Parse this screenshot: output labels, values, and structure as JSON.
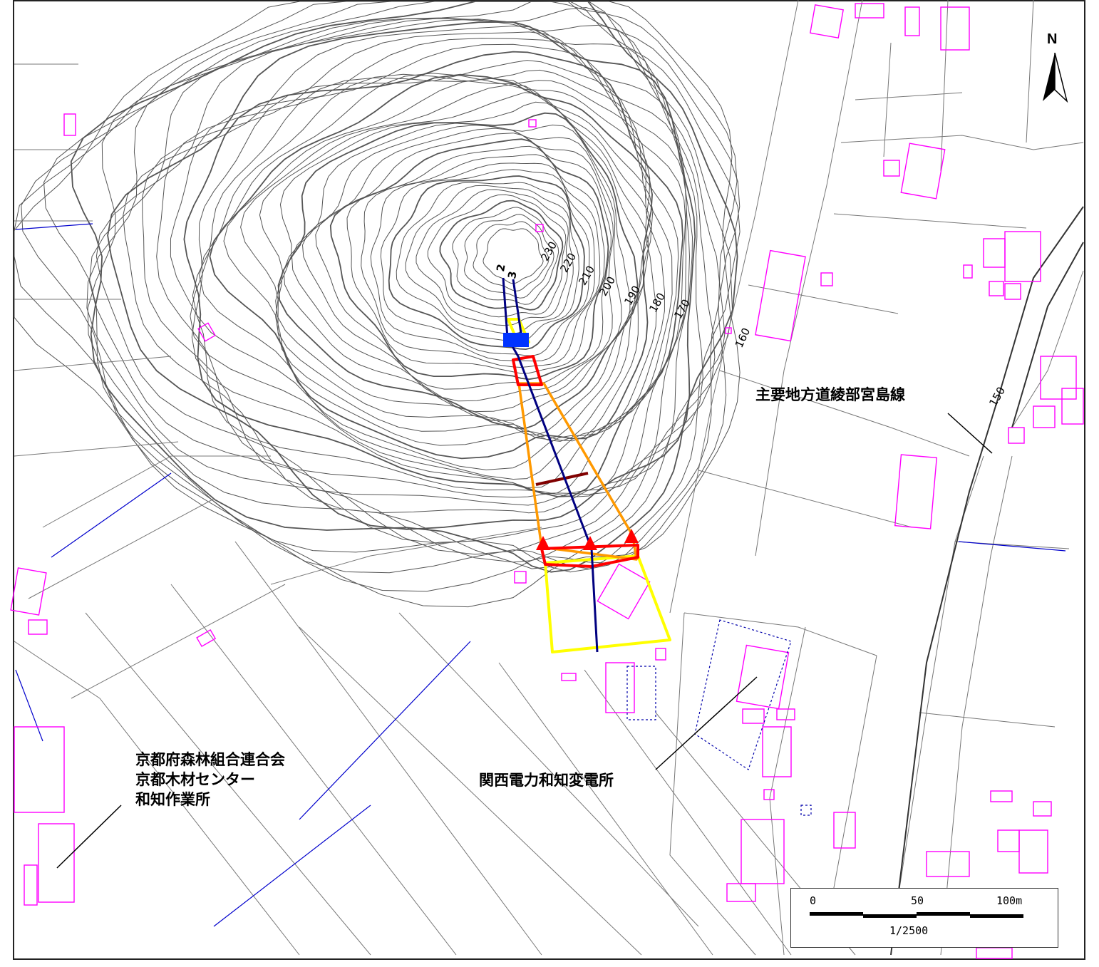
{
  "labels": {
    "road": "主要地方道綾部宮島線",
    "substation": "関西電力和知変電所",
    "forestry_line1": "京都府森林組合連合会",
    "forestry_line2": "京都木材センター",
    "forestry_line3": "和知作業所"
  },
  "contours": [
    "230",
    "220",
    "210",
    "200",
    "190",
    "180",
    "170",
    "160",
    "150"
  ],
  "point_labels": [
    "2",
    "3"
  ],
  "north": "N",
  "scale": {
    "tick0": "0",
    "tick50": "50",
    "tick100": "100m",
    "ratio": "1/2500"
  },
  "colors": {
    "contour": "#555555",
    "building": "#ff00ff",
    "water": "#0000cc",
    "axis_line": "#000080",
    "zone_yellow": "#ffff00",
    "zone_orange": "#ff9900",
    "zone_red": "#ff0000",
    "zone_dark": "#800000",
    "marker_blue": "#0033ff"
  }
}
